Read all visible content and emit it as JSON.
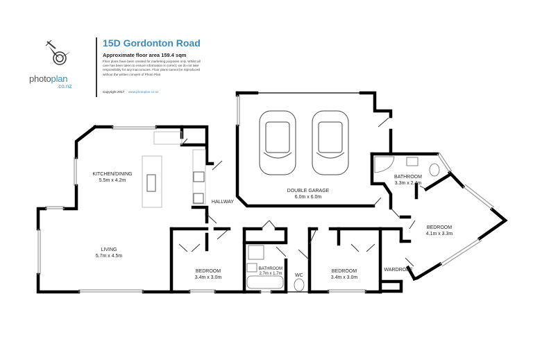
{
  "header": {
    "logo_main": "photo",
    "logo_accent": "plan",
    "logo_sub": ".co.nz",
    "title": "15D Gordonton Road",
    "floor_area": "Approximate floor area 159.4 sqm",
    "disclaimer": "Floor plans have been created for marketing purposes only. Whilst all care has been taken to ensure information is correct, we do not take responsibility for any inaccuracies. Floor plans cannot be reproduced without the written consent of Photo Plan",
    "copyright": "Copyright 2017",
    "website": "www.photoplan.co.nz"
  },
  "rooms": {
    "kitchen": {
      "name": "KITCHEN/DINING",
      "size": "5.5m x 4.2m"
    },
    "living": {
      "name": "LIVING",
      "size": "5.7m x 4.5m"
    },
    "hallway": {
      "name": "HALLWAY"
    },
    "garage": {
      "name": "DOUBLE GARAGE",
      "size": "6.0m x 6.0m"
    },
    "bathroom_main": {
      "name": "BATHROOM",
      "size": "3.3m x 2.4m"
    },
    "bedroom_master": {
      "name": "BEDROOM",
      "size": "4.1m x 3.3m"
    },
    "wardrobe": {
      "name": "WARDROBE"
    },
    "bedroom_2": {
      "name": "BEDROOM",
      "size": "3.4m x 3.0m"
    },
    "bathroom_2": {
      "name": "BATHROOM",
      "size": "2.7m x 1.7m"
    },
    "wc": {
      "name": "WC"
    },
    "bedroom_3": {
      "name": "BEDROOM",
      "size": "3.4m x 3.0m"
    }
  },
  "colors": {
    "wall": "#000000",
    "window": "#9a9a9a",
    "brand_blue": "#3a8bbd"
  }
}
